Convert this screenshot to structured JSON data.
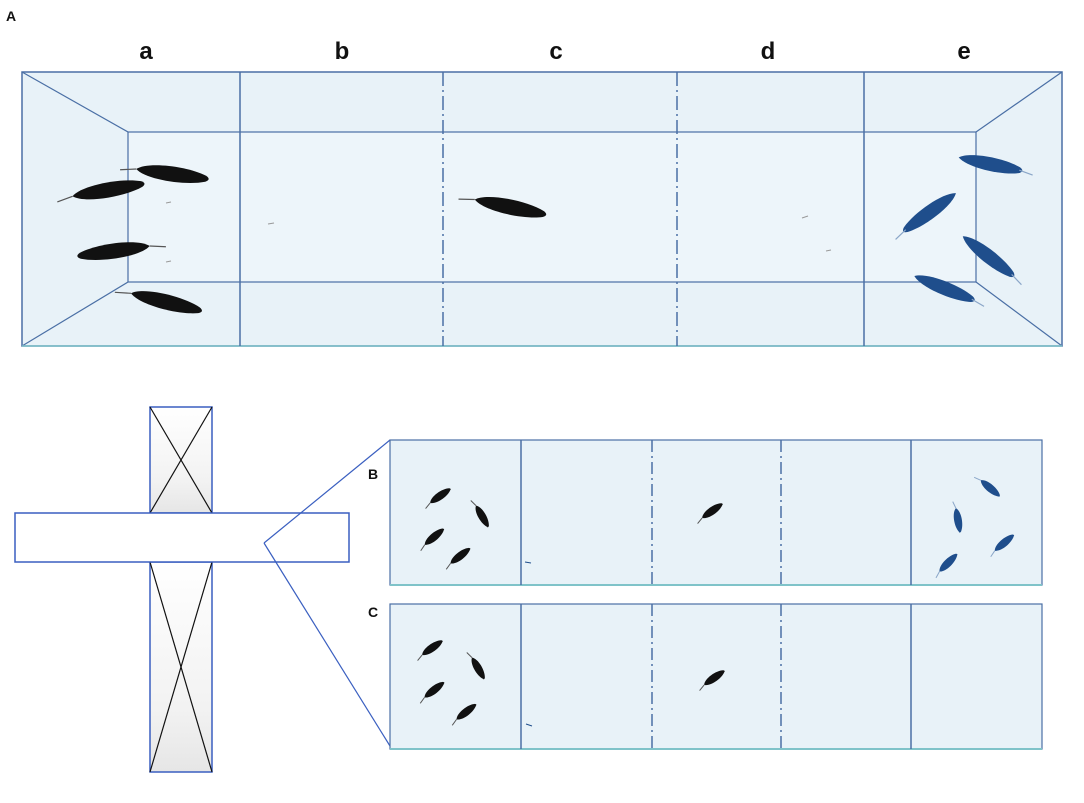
{
  "panels": {
    "a_label": "A",
    "b_label": "B",
    "c_label": "C"
  },
  "zones": [
    "a",
    "b",
    "c",
    "d",
    "e"
  ],
  "colors": {
    "tank_fill": "#e8f2f8",
    "tank_edge": "#4a6fa5",
    "frame_blue": "#3a5fc0",
    "fish_dark": "#111111",
    "fish_blue": "#1f4e8c"
  }
}
